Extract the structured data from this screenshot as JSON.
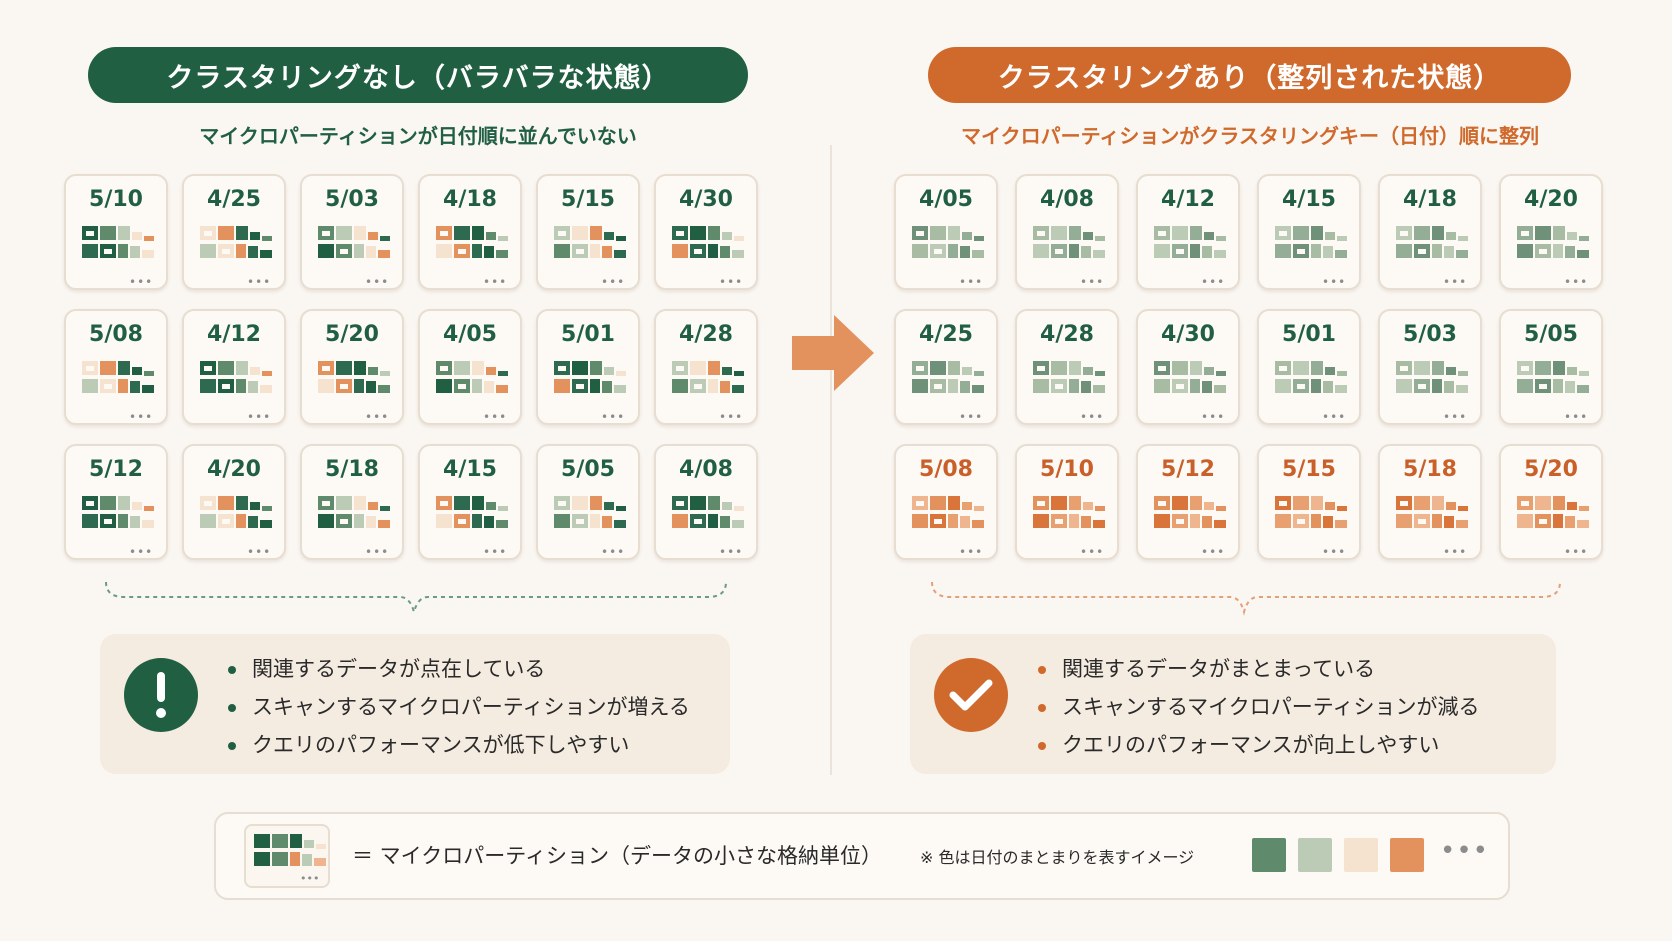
{
  "left": {
    "title": "クラスタリングなし（バラバラな状態）",
    "subtitle": "マイクロパーティションが日付順に並んでいない",
    "tiles": [
      "5/10",
      "4/25",
      "5/03",
      "4/18",
      "5/15",
      "4/30",
      "5/08",
      "4/12",
      "5/20",
      "4/05",
      "5/01",
      "4/28",
      "5/12",
      "4/20",
      "5/18",
      "4/15",
      "5/05",
      "4/08"
    ],
    "bullets": [
      "関連するデータが点在している",
      "スキャンするマイクロパーティションが増える",
      "クエリのパフォーマンスが低下しやすい"
    ],
    "icon": "exclamation-icon"
  },
  "right": {
    "title": "クラスタリングあり（整列された状態）",
    "subtitle": "マイクロパーティションがクラスタリングキー（日付）順に整列",
    "tiles": [
      "4/05",
      "4/08",
      "4/12",
      "4/15",
      "4/18",
      "4/20",
      "4/25",
      "4/28",
      "4/30",
      "5/01",
      "5/03",
      "5/05",
      "5/08",
      "5/10",
      "5/12",
      "5/15",
      "5/18",
      "5/20"
    ],
    "highlighted_tiles": [
      "5/08",
      "5/10",
      "5/12",
      "5/15",
      "5/18",
      "5/20"
    ],
    "bullets": [
      "関連するデータがまとまっている",
      "スキャンするマイクロパーティションが減る",
      "クエリのパフォーマンスが向上しやすい"
    ],
    "icon": "checkmark-icon"
  },
  "arrow_icon": "right-arrow-icon",
  "legend": {
    "equation": "＝ マイクロパーティション（データの小さな格納単位）",
    "note": "※ 色は日付のまとまりを表すイメージ",
    "more": "•••",
    "swatches": [
      "#5f8a6c",
      "#bccbb5",
      "#f5e3d0",
      "#e3915d"
    ]
  },
  "colors": {
    "green": "#215f43",
    "orange": "#d0692c",
    "background": "#faf6f1"
  }
}
